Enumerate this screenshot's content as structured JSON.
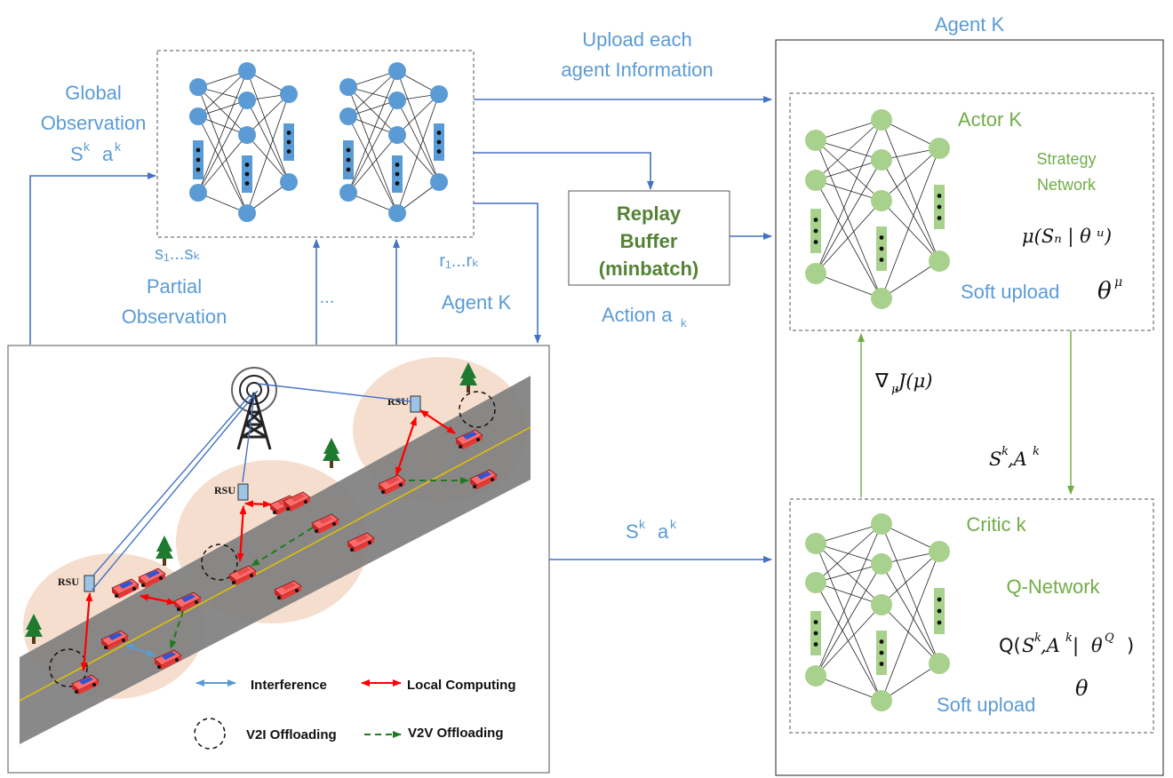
{
  "left_panel": {
    "global_observation": [
      "Global",
      "Observation"
    ],
    "global_sk": "S",
    "global_k1": "k",
    "global_ak": "a",
    "global_k2": "k",
    "partial_s": "s₁...sₖ",
    "partial_observation": [
      "Partial",
      "Observation"
    ],
    "ellipsis": "...",
    "rewards": "r₁...rₖ",
    "agent_k": "Agent K"
  },
  "center": {
    "upload_info": [
      "Upload each",
      "agent Information"
    ],
    "replay_buffer": [
      "Replay",
      "Buffer",
      "(minbatch)"
    ],
    "action": "Action a",
    "action_sub": "k",
    "sk_ak_s": "S",
    "sk_ak_k1": "k",
    "sk_ak_a": "a",
    "sk_ak_k2": "k"
  },
  "right_panel": {
    "title": "Agent K",
    "actor": {
      "title": "Actor K",
      "strategy": [
        "Strategy",
        "Network"
      ],
      "formula": "μ(Sₙ | θ ᵘ)",
      "soft_upload": "Soft upload",
      "theta": "θ",
      "theta_sup": "μ"
    },
    "gradient": "∇",
    "gradient_sub": "μ",
    "gradient_rest": " J(μ)",
    "sa_label": "S",
    "sa_sup1": "k",
    "sa_mid": ",A",
    "sa_sup2": "k",
    "critic": {
      "title": "Critic k",
      "qnetwork": "Q-Network",
      "formula_q": "Q(",
      "formula_s": "S",
      "formula_k1": "k",
      "formula_a": ",A",
      "formula_k2": "k",
      "formula_bar": "|  ",
      "formula_theta": "θ",
      "formula_Q": "Q",
      "formula_close": ")",
      "soft_upload": "Soft upload",
      "theta": "θ"
    }
  },
  "scene": {
    "rsu_label": "RSU",
    "legend": {
      "interference": "Interference",
      "local_computing": "Local Computing",
      "v2i": "V2I Offloading",
      "v2v": "V2V Offloading"
    }
  },
  "colors": {
    "blue_text": "#5b9bd5",
    "green_text": "#70ad47",
    "neuron_blue": "#5b9bd5",
    "neuron_green": "#a9d18e",
    "arrow_blue": "#4472c4",
    "arrow_green": "#70ad47",
    "road": "#7f7f7f",
    "coverage": "#f4d8c6",
    "local_red": "#ff0000",
    "v2v_green": "#1f7a1f"
  }
}
